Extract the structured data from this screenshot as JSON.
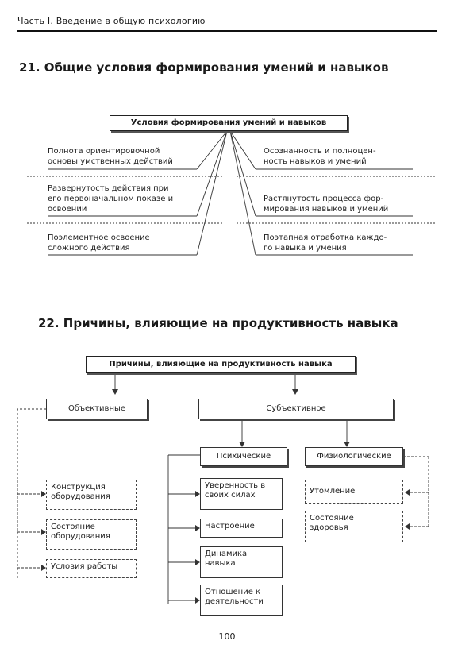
{
  "running_header": "Часть I. Введение в общую психологию",
  "section21": {
    "title": "21. Общие условия формирования умений и навыков",
    "header_box": "Условия формирования умений и навыков",
    "left": [
      [
        "Полнота ориентировочной",
        "основы умственных действий"
      ],
      [
        "Развернутость действия при",
        "его первоначальном показе и",
        "освоении"
      ],
      [
        "Поэлементное освоение",
        "сложного действия"
      ]
    ],
    "right": [
      [
        "Осознанность и полноцен-",
        "ность навыков и умений"
      ],
      [
        "Растянутость процесса фор-",
        "мирования навыков и умений"
      ],
      [
        "Поэтапная отработка каждо-",
        "го навыка и умения"
      ]
    ]
  },
  "section22": {
    "title": "22. Причины, влияющие на продуктивность навыка",
    "header_box": "Причины, влияющие на продуктивность навыка",
    "objective": {
      "label": "Объективные",
      "items": [
        [
          "Конструкция",
          "оборудования"
        ],
        [
          "Состояние",
          "оборудования"
        ],
        [
          "Условия работы"
        ]
      ]
    },
    "subjective": {
      "label": "Субъективное",
      "psychic": {
        "label": "Психические",
        "items": [
          [
            "Уверенность в",
            "своих силах"
          ],
          [
            "Настроение"
          ],
          [
            "Динамика",
            "навыка"
          ],
          [
            "Отношение к",
            "деятельности"
          ]
        ]
      },
      "physio": {
        "label": "Физиологические",
        "items": [
          [
            "Утомление"
          ],
          [
            "Состояние",
            "здоровья"
          ]
        ]
      }
    }
  },
  "page_number": "100"
}
